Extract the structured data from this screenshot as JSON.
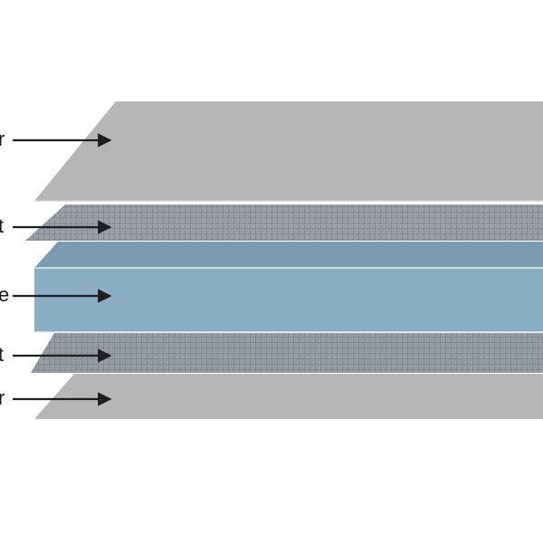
{
  "layers": [
    {
      "key": "top-outer",
      "label": "r"
    },
    {
      "key": "top-mesh",
      "label": "t"
    },
    {
      "key": "core",
      "label": "e"
    },
    {
      "key": "bottom-mesh",
      "label": "t"
    },
    {
      "key": "bottom-outer",
      "label": "r"
    }
  ],
  "colors": {
    "outer_sheet": "#b6b6b7",
    "mesh_base": "#a9aeb3",
    "mesh_lines": "#6f747a",
    "core_top": "#7a9bb0",
    "core_front": "#8aaec3",
    "core_highlight": "#c9dbe6",
    "arrow": "#1f1f1f"
  }
}
